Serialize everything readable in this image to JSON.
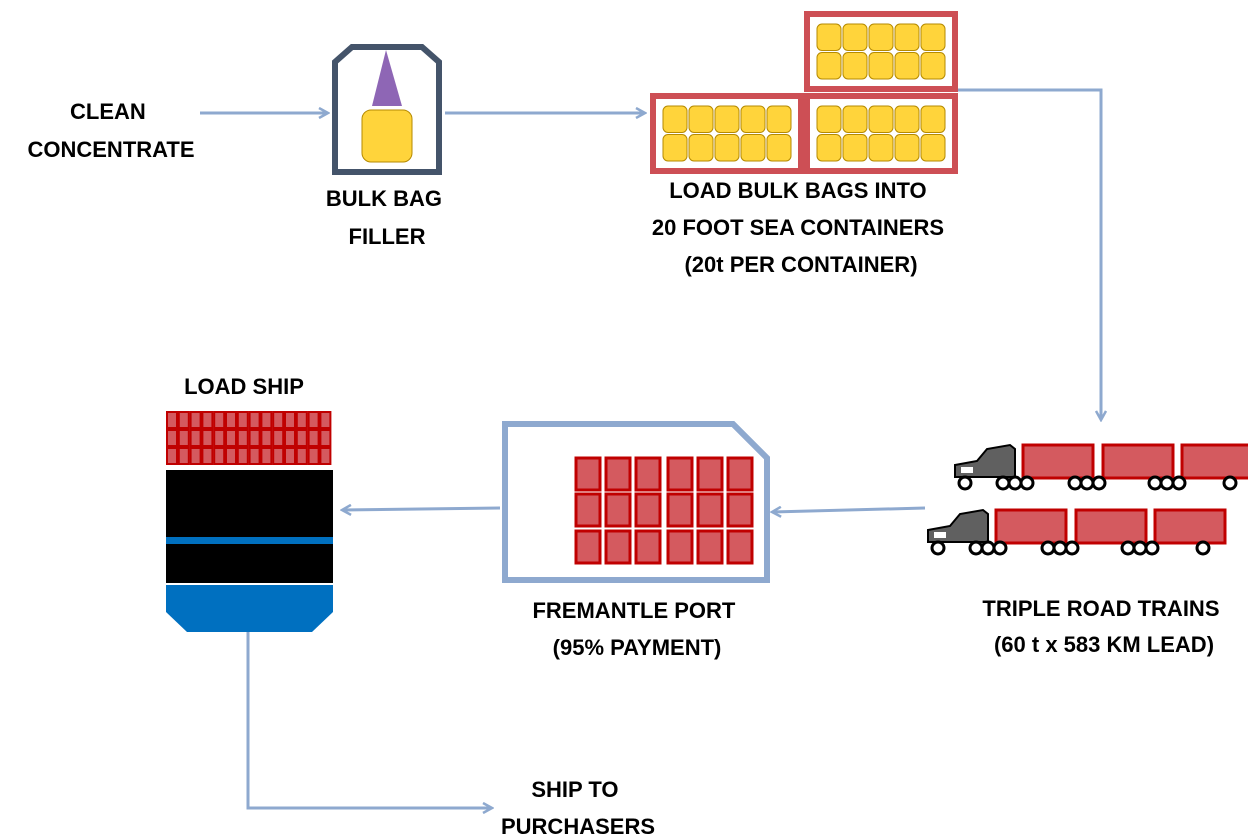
{
  "labels": {
    "clean_concentrate": [
      "CLEAN",
      "CONCENTRATE"
    ],
    "bulk_bag_filler": [
      "BULK BAG",
      "FILLER"
    ],
    "containers": [
      "LOAD BULK BAGS INTO",
      "20 FOOT SEA CONTAINERS",
      "(20t PER CONTAINER)"
    ],
    "road_trains": [
      "TRIPLE ROAD TRAINS",
      "(60 t x 583 KM LEAD)"
    ],
    "port": [
      "FREMANTLE PORT",
      "(95% PAYMENT)"
    ],
    "load_ship": [
      "LOAD SHIP"
    ],
    "ship_to": [
      "SHIP TO",
      "PURCHASERS"
    ]
  },
  "colors": {
    "arrow": "#8ea9cf",
    "filler_outline": "#44546a",
    "cone": "#8e66b5",
    "bag": "#ffd43b",
    "container_outline": "#cd4f55",
    "red_box_fill": "#d45a5f",
    "red_box_outline": "#c00000",
    "truck_cab": "#606060",
    "ship_hull": "#000000",
    "ship_blue": "#0070c0",
    "port_outline": "#8ea9cf"
  },
  "icons": [
    "bulk-bag-filler-icon",
    "sea-container-icon",
    "road-train-icon",
    "port-icon",
    "ship-icon"
  ]
}
